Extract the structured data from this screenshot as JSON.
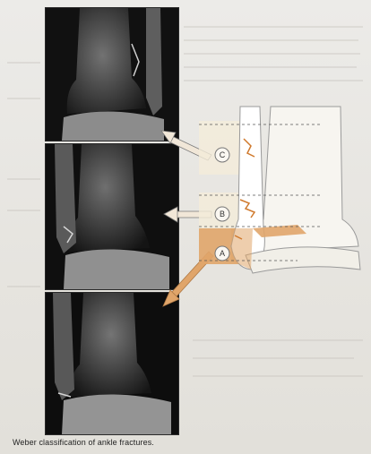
{
  "caption": "Weber classification of ankle fractures.",
  "labels": {
    "a": "A",
    "b": "B",
    "c": "C"
  },
  "colors": {
    "fracture_orange": "#e0a56a",
    "arrow_fill": "#f1e7d8",
    "bone_shade": "#e9e6dc"
  }
}
